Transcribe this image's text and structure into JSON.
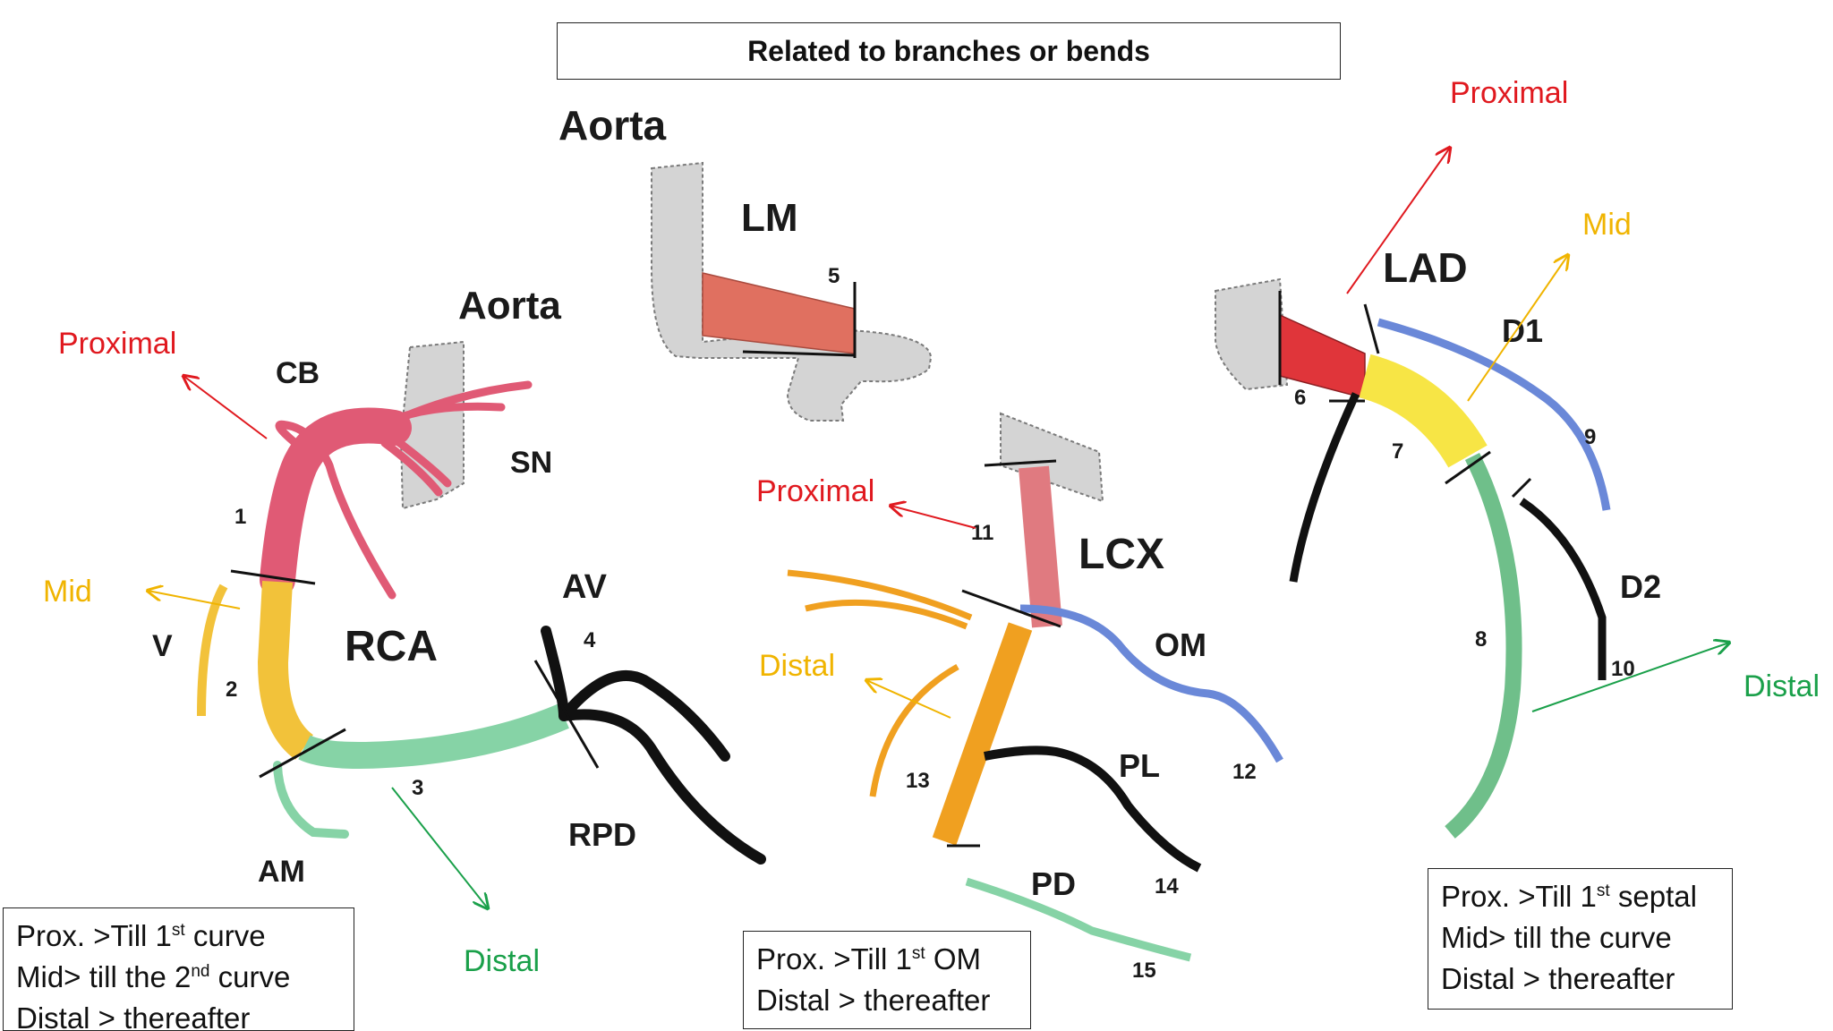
{
  "title": "Related to branches or bends",
  "colors": {
    "proximal": "#e0191f",
    "mid": "#f0b400",
    "distal": "#1aa04a",
    "rca_proximal_seg": "#e05a75",
    "rca_mid_seg": "#f2c23a",
    "rca_distal_seg": "#86d3a6",
    "lm_seg": "#e07060",
    "lcx_proximal_seg": "#e07a80",
    "lcx_distal_seg": "#f0a020",
    "lad_proximal_seg": "#e0353a",
    "lad_mid_seg": "#f7e545",
    "lad_distal_seg": "#6fbf8a",
    "branch_blue": "#6a88d8",
    "aorta_gray": "#d4d4d4"
  },
  "labels": {
    "aorta_top": "Aorta",
    "lm": "LM",
    "aorta_rca": "Aorta",
    "cb": "CB",
    "sn": "SN",
    "rca": "RCA",
    "v": "V",
    "av": "AV",
    "am": "AM",
    "rpd": "RPD",
    "lcx": "LCX",
    "om": "OM",
    "pl": "PL",
    "pd": "PD",
    "lad": "LAD",
    "d1": "D1",
    "d2": "D2"
  },
  "segment_numbers": {
    "s1": "1",
    "s2": "2",
    "s3": "3",
    "s4": "4",
    "s5": "5",
    "s6": "6",
    "s7": "7",
    "s8": "8",
    "s9": "9",
    "s10": "10",
    "s11": "11",
    "s12": "12",
    "s13": "13",
    "s14": "14",
    "s15": "15"
  },
  "arrows": {
    "rca_proximal": "Proximal",
    "rca_mid": "Mid",
    "rca_distal": "Distal",
    "lcx_proximal": "Proximal",
    "lcx_distal": "Distal",
    "lad_proximal": "Proximal",
    "lad_mid": "Mid",
    "lad_distal": "Distal"
  },
  "notes": {
    "rca": {
      "line1_pre": "Prox. >Till 1",
      "line1_sup": "st",
      "line1_post": " curve",
      "line2_pre": "Mid> till the 2",
      "line2_sup": "nd",
      "line2_post": " curve",
      "line3": "Distal > thereafter"
    },
    "lcx": {
      "line1_pre": "Prox. >Till 1",
      "line1_sup": "st",
      "line1_post": " OM",
      "line2": "Distal > thereafter"
    },
    "lad": {
      "line1_pre": "Prox. >Till 1",
      "line1_sup": "st",
      "line1_post": " septal",
      "line2": "Mid> till the curve",
      "line3": "Distal > thereafter"
    }
  }
}
